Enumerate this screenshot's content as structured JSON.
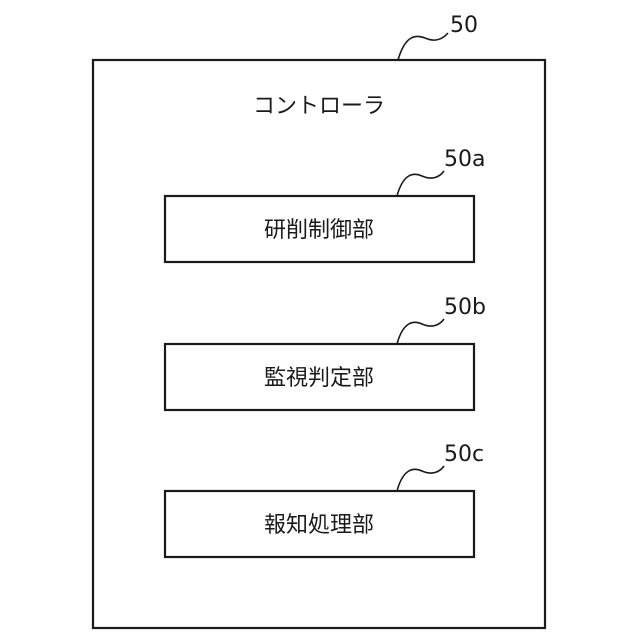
{
  "controller": {
    "ref": "50",
    "title": "コントローラ"
  },
  "units": [
    {
      "ref": "50a",
      "label": "研削制御部"
    },
    {
      "ref": "50b",
      "label": "監視判定部"
    },
    {
      "ref": "50c",
      "label": "報知処理部"
    }
  ]
}
